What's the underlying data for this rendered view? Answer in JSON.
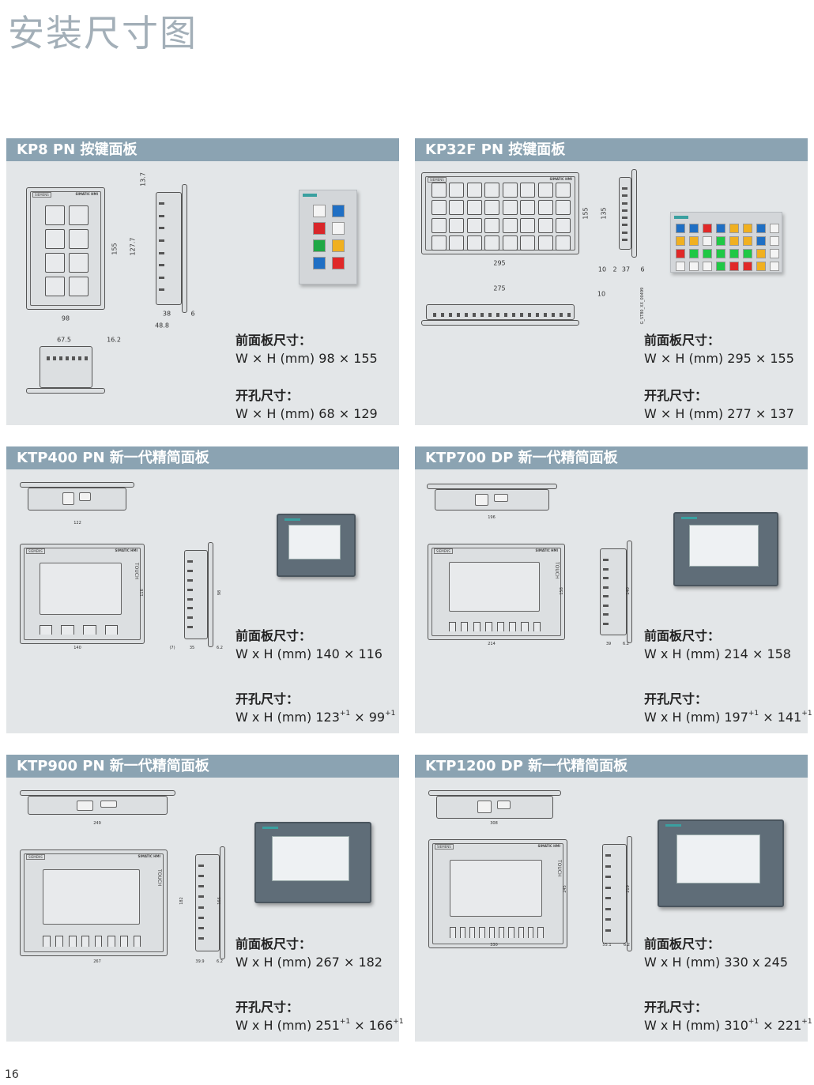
{
  "page_title": "安装尺寸图",
  "page_number": "16",
  "labels": {
    "front": "前面板尺寸：",
    "cutout": "开孔尺寸："
  },
  "panels": [
    {
      "id": "kp8",
      "title": "KP8 PN 按键面板",
      "kind": "keypad",
      "keys_cols": 2,
      "keys_rows": 4,
      "front_value": "W × H (mm)  98 × 155",
      "cutout": {
        "prefix": "W × H (mm)  68 × 129"
      },
      "dims": [
        "98",
        "155",
        "13.7",
        "127.7",
        "38",
        "6",
        "48.8",
        "67.5",
        "16.2"
      ],
      "front_labels": {
        "brand": "SIEMENS",
        "product": "SIMATIC HMI"
      },
      "photo_key_colors": [
        "#f4f4f4",
        "#1f6fc4",
        "#d8262a",
        "#f4f4f4",
        "#1fa845",
        "#f0b020",
        "#1f6fc4",
        "#e02828"
      ]
    },
    {
      "id": "kp32f",
      "title": "KP32F PN 按键面板",
      "kind": "keypad",
      "keys_cols": 8,
      "keys_rows": 4,
      "front_value": "W × H (mm)  295 × 155",
      "cutout": {
        "prefix": "W × H (mm)  277 × 137"
      },
      "dims": [
        "295",
        "155",
        "135",
        "10",
        "2",
        "37",
        "6",
        "275",
        "10",
        "G_ST80_XX_00499"
      ],
      "front_labels": {
        "brand": "SIEMENS",
        "product": "SIMATIC HMI"
      },
      "photo_key_colors": [
        "#1f6fc4",
        "#1f6fc4",
        "#e02828",
        "#1f6fc4",
        "#f0b020",
        "#f0b020",
        "#1f6fc4",
        "#f4f4f4",
        "#f0b020",
        "#f0b020",
        "#f4f4f4",
        "#1fc845",
        "#f0b020",
        "#f0b020",
        "#1f6fc4",
        "#f4f4f4",
        "#e02828",
        "#1fc845",
        "#1fc845",
        "#1fc845",
        "#1fc845",
        "#1fc845",
        "#f0b020",
        "#f4f4f4",
        "#f4f4f4",
        "#f4f4f4",
        "#f4f4f4",
        "#1fc845",
        "#e02828",
        "#e02828",
        "#f0b020",
        "#f4f4f4"
      ]
    },
    {
      "id": "ktp400",
      "title": "KTP400 PN 新一代精简面板",
      "kind": "hmi",
      "func_keys": 4,
      "front_value": "W x H (mm) 140 × 116",
      "cutout": {
        "prefix": "W x H (mm) ",
        "w": "123",
        "w_tol": "+1",
        "sep": " × ",
        "h": "99",
        "h_tol": "+1"
      },
      "dims": [
        "122",
        "140",
        "116",
        "(7)",
        "35",
        "6.2",
        "98"
      ],
      "front_labels": {
        "brand": "SIEMENS",
        "product": "SIMATIC HMI",
        "touch": "TOUCH"
      }
    },
    {
      "id": "ktp700",
      "title": "KTP700 DP 新一代精简面板",
      "kind": "hmi",
      "func_keys": 8,
      "front_value": "W x H (mm) 214 × 158",
      "cutout": {
        "prefix": "W x H (mm) ",
        "w": "197",
        "w_tol": "+1",
        "sep": " × ",
        "h": "141",
        "h_tol": "+1"
      },
      "dims": [
        "196",
        "214",
        "158",
        "39",
        "6.2",
        "140"
      ],
      "front_labels": {
        "brand": "SIEMENS",
        "product": "SIMATIC HMI",
        "touch": "TOUCH"
      }
    },
    {
      "id": "ktp900",
      "title": "KTP900 PN 新一代精简面板",
      "kind": "hmi",
      "func_keys": 8,
      "front_value": "W x H (mm) 267 × 182",
      "cutout": {
        "prefix": "W x H (mm) ",
        "w": "251",
        "w_tol": "+1",
        "sep": " × ",
        "h": "166",
        "h_tol": "+1"
      },
      "dims": [
        "249",
        "267",
        "182",
        "39.9",
        "6.2",
        "166"
      ],
      "front_labels": {
        "brand": "SIEMENS",
        "product": "SIMATIC HMI",
        "touch": "TOUCH"
      }
    },
    {
      "id": "ktp1200",
      "title": "KTP1200 DP 新一代精简面板",
      "kind": "hmi",
      "func_keys": 10,
      "front_value": "W x H (mm) 330 x 245",
      "cutout": {
        "prefix": "W x H (mm) ",
        "w": "310",
        "w_tol": "+1",
        "sep": " × ",
        "h": "221",
        "h_tol": "+1"
      },
      "dims": [
        "308",
        "330",
        "245",
        "55.1",
        "6.2",
        "219"
      ],
      "front_labels": {
        "brand": "SIEMENS",
        "product": "SIMATIC HMI",
        "touch": "TOUCH"
      }
    }
  ]
}
